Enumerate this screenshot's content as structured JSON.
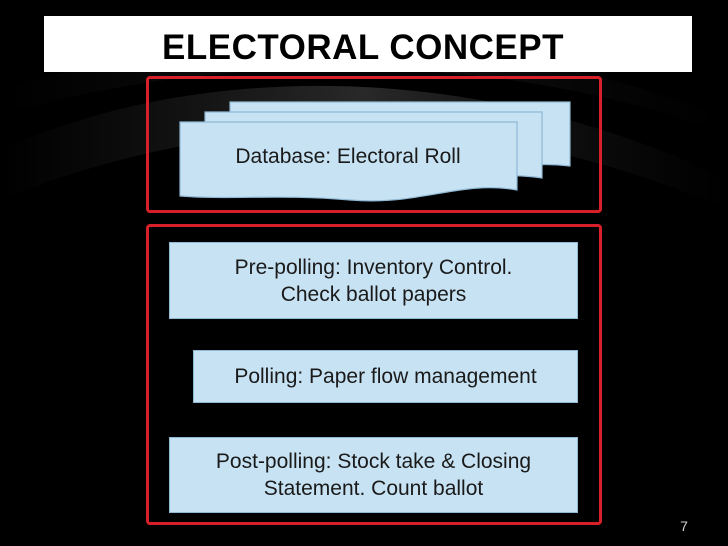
{
  "slide": {
    "title": "ELECTORAL CONCEPT",
    "page_number": "7"
  },
  "database": {
    "label": "Database: Electoral Roll"
  },
  "stages": {
    "pre_polling_line1": "Pre-polling: Inventory Control.",
    "pre_polling_line2": "Check ballot papers",
    "polling": "Polling: Paper flow management",
    "post_polling_line1": "Post-polling: Stock take & Closing",
    "post_polling_line2": "Statement. Count ballot"
  },
  "colors": {
    "background": "#000000",
    "frame": "#d8202a",
    "box_fill": "#c7e2f3",
    "title_bar": "#ffffff"
  }
}
